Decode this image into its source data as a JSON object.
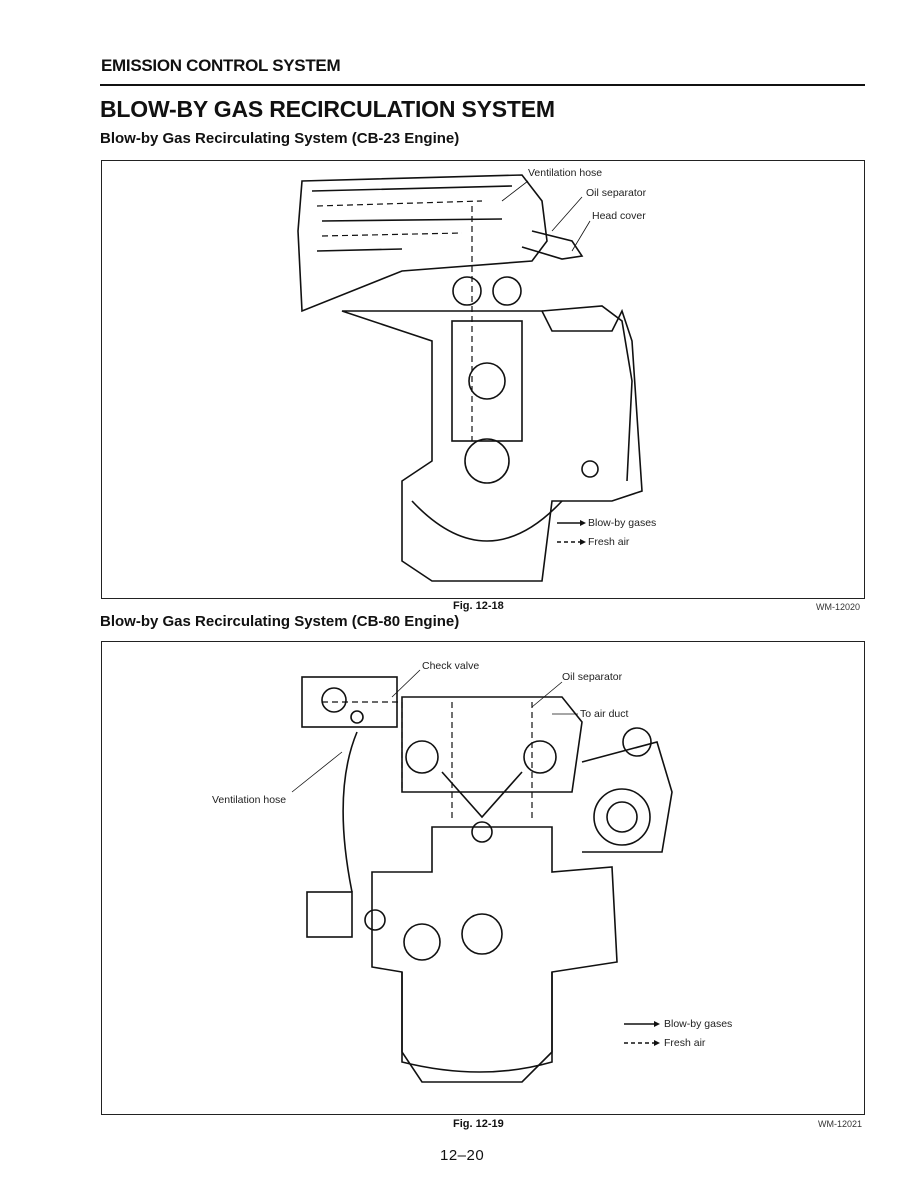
{
  "header": {
    "section": "EMISSION CONTROL SYSTEM"
  },
  "title": "BLOW-BY GAS RECIRCULATION SYSTEM",
  "figures": [
    {
      "subtitle": "Blow-by Gas Recirculating System (CB-23 Engine)",
      "labels": {
        "ventilation_hose": "Ventilation hose",
        "oil_separator": "Oil separator",
        "head_cover": "Head cover"
      },
      "legend": {
        "blowby": "Blow-by gases",
        "fresh": "Fresh air"
      },
      "caption": "Fig. 12-18",
      "code": "WM-12020"
    },
    {
      "subtitle": "Blow-by Gas Recirculating System (CB-80 Engine)",
      "labels": {
        "check_valve": "Check valve",
        "oil_separator": "Oil separator",
        "to_air_duct": "To air duct",
        "ventilation_hose": "Ventilation hose"
      },
      "legend": {
        "blowby": "Blow-by gases",
        "fresh": "Fresh air"
      },
      "caption": "Fig. 12-19",
      "code": "WM-12021"
    }
  ],
  "page_number": "12–20"
}
